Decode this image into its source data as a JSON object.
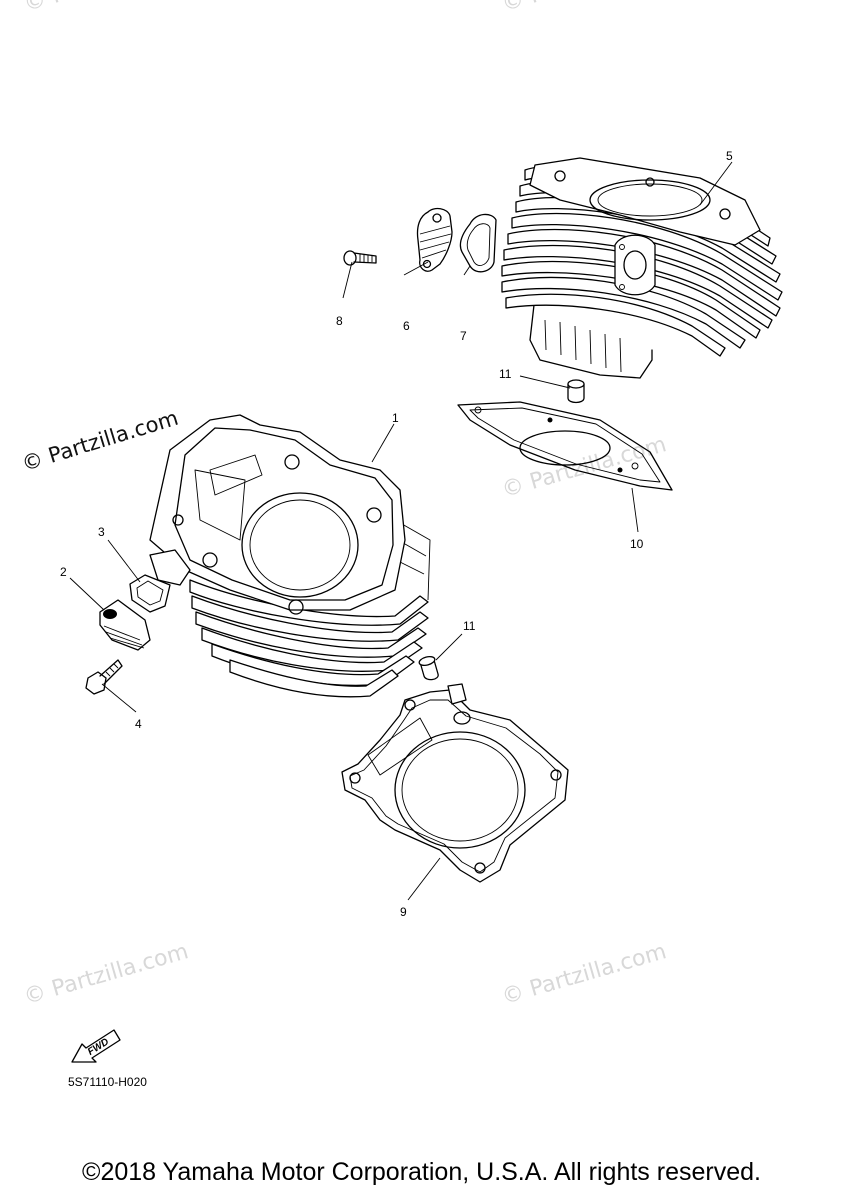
{
  "watermark": "© Partzilla.com",
  "brand_watermark": "© Partzilla.com",
  "parts": {
    "p1": "1",
    "p2": "2",
    "p3": "3",
    "p4": "4",
    "p5": "5",
    "p6": "6",
    "p7": "7",
    "p8": "8",
    "p9": "9",
    "p10": "10",
    "p11a": "11",
    "p11b": "11"
  },
  "fwd_label": "FWD",
  "diagram_code": "5S71110-H020",
  "copyright": "©2018 Yamaha Motor Corporation, U.S.A. All rights reserved."
}
